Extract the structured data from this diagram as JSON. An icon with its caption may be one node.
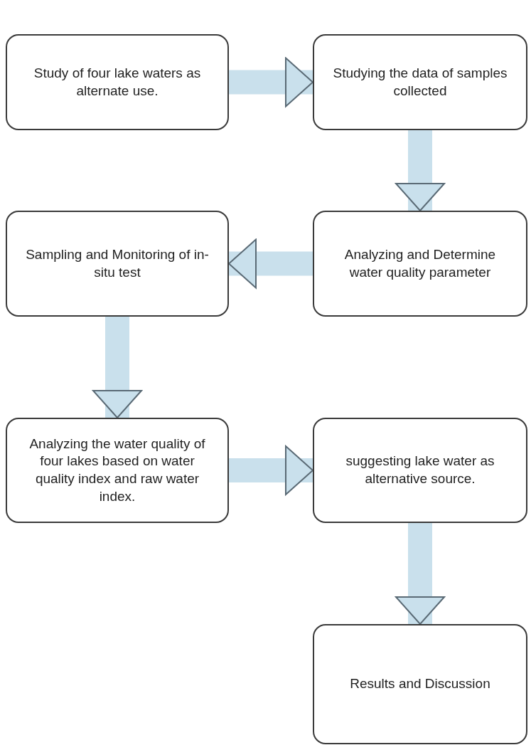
{
  "diagram": {
    "nodes": [
      {
        "text": [
          "Study of four lake waters as alternate use."
        ]
      },
      {
        "text": [
          "Studying the data of samples collected"
        ]
      },
      {
        "text": [
          "Analyzing and Determine water quality parameter"
        ]
      },
      {
        "text": [
          "Sampling and Monitoring of in-situ test"
        ]
      },
      {
        "text": [
          "Analyzing the water quality of four lakes based on water quality index and raw water index."
        ]
      },
      {
        "text": [
          "suggesting lake water as alternative source."
        ]
      },
      {
        "text": [
          "Results and Discussion"
        ]
      }
    ],
    "edges": [
      {
        "from": 0,
        "to": 1,
        "arrow": "to"
      },
      {
        "from": 1,
        "to": 2,
        "arrow": "to"
      },
      {
        "from": 2,
        "to": 3,
        "arrow": "to"
      },
      {
        "from": 3,
        "to": 4,
        "arrow": "to"
      },
      {
        "from": 4,
        "to": 5,
        "arrow": "to"
      },
      {
        "from": 5,
        "to": 6,
        "arrow": "to"
      }
    ]
  }
}
